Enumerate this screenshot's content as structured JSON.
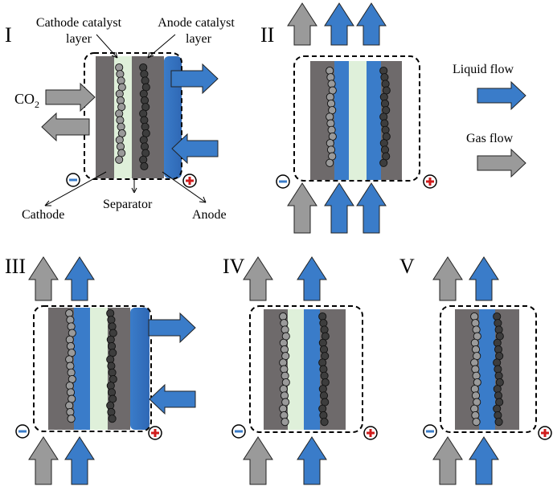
{
  "panels": {
    "p1": {
      "numeral": "I",
      "labels": {
        "cathode_catalyst_line1": "Cathode catalyst",
        "cathode_catalyst_line2": "layer",
        "anode_catalyst_line1": "Anode catalyst",
        "anode_catalyst_line2": "layer",
        "co2_main": "CO",
        "co2_sub": "2",
        "cathode": "Cathode",
        "separator": "Separator",
        "anode": "Anode"
      }
    },
    "p2": {
      "numeral": "II"
    },
    "p3": {
      "numeral": "III"
    },
    "p4": {
      "numeral": "IV"
    },
    "p5": {
      "numeral": "V"
    }
  },
  "legend": {
    "liquid_flow": "Liquid flow",
    "gas_flow": "Gas flow"
  },
  "terminals": {
    "negative": "−",
    "positive": "+"
  },
  "colors": {
    "gas_electrode": "#6e6a6b",
    "liquid": "#3a7cc9",
    "separator": "#dff0da",
    "gas_arrow": "#9a9a9a",
    "liquid_arrow": "#3a7cc9",
    "cathode_particle": "#9a9a9a",
    "anode_particle": "#3d3d3d",
    "positive_sign": "#d01c1c",
    "negative_sign": "#3a7cc9"
  }
}
